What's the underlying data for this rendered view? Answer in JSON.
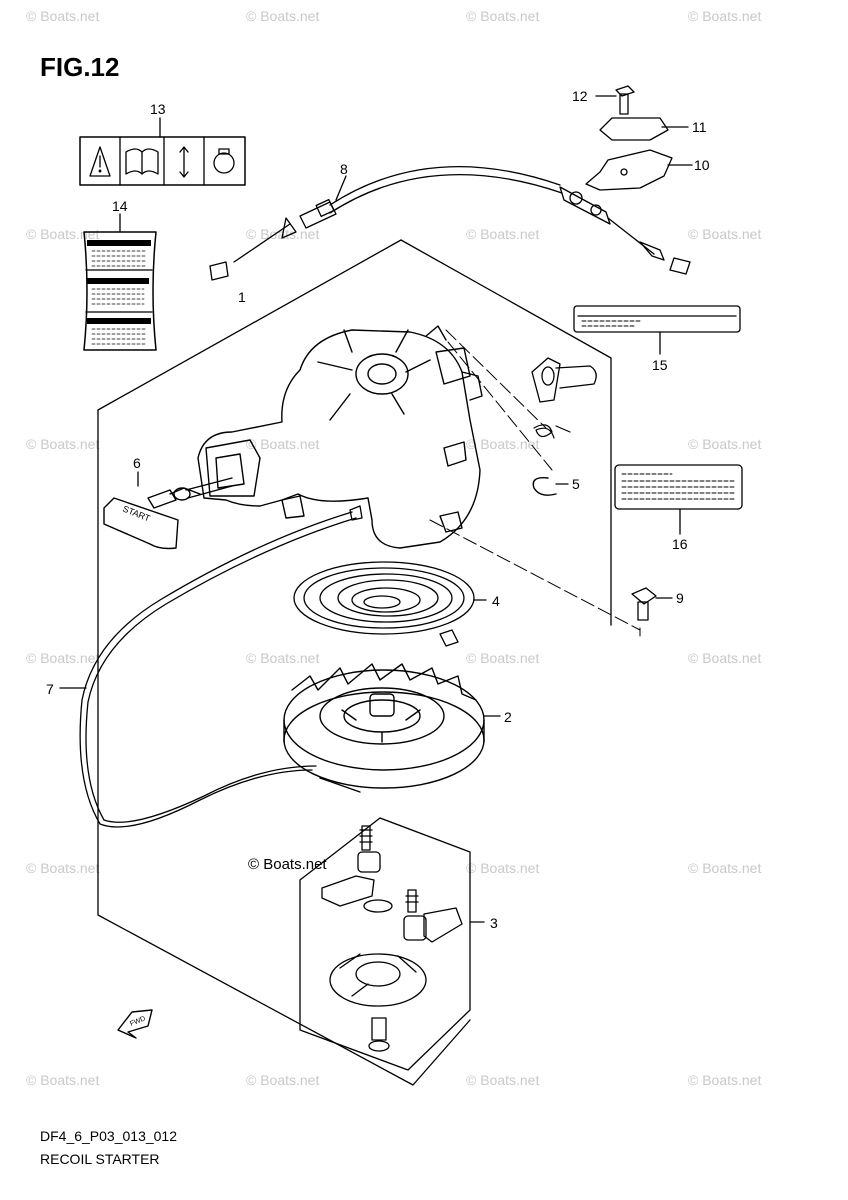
{
  "figure": {
    "title": "FIG.12"
  },
  "watermark": {
    "text": "© Boats.net"
  },
  "center_mark": {
    "text": "© Boats.net"
  },
  "callouts": {
    "c1": "1",
    "c2": "2",
    "c3": "3",
    "c4": "4",
    "c5": "5",
    "c6": "6",
    "c7": "7",
    "c8": "8",
    "c9": "9",
    "c10": "10",
    "c11": "11",
    "c12": "12",
    "c13": "13",
    "c14": "14",
    "c15": "15",
    "c16": "16"
  },
  "handle_text": "START",
  "fwd_text": "FWD",
  "footer": {
    "code": "DF4_6_P03_013_012",
    "name": "RECOIL STARTER"
  }
}
